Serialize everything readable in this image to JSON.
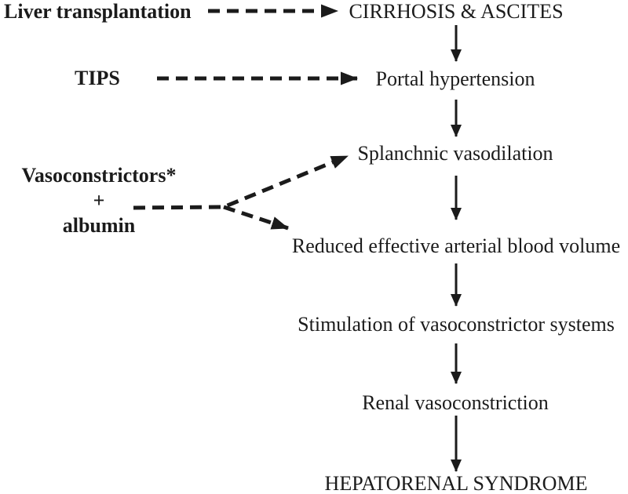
{
  "figure": {
    "background_color": "#ffffff",
    "text_color": "#1b1b1b",
    "arrow_color": "#1b1b1b",
    "interventions": {
      "liver_transplant": "Liver transplantation",
      "tips": "TIPS",
      "vasoconstrictors": "Vasoconstrictors*",
      "plus": "+",
      "albumin": "albumin"
    },
    "cascade": [
      {
        "id": "cirrhosis-ascites",
        "label": "CIRRHOSIS & ASCITES"
      },
      {
        "id": "portal-hypertension",
        "label": "Portal hypertension"
      },
      {
        "id": "splanchnic-vasodilation",
        "label": "Splanchnic vasodilation"
      },
      {
        "id": "reduced-effective-arterial-blood-volume",
        "label": "Reduced effective arterial blood volume"
      },
      {
        "id": "stimulation-of-vasoconstrictor-systems",
        "label": "Stimulation of vasoconstrictor systems"
      },
      {
        "id": "renal-vasoconstriction",
        "label": "Renal vasoconstriction"
      },
      {
        "id": "hepatorenal-syndrome",
        "label": "HEPATORENAL SYNDROME"
      }
    ]
  }
}
